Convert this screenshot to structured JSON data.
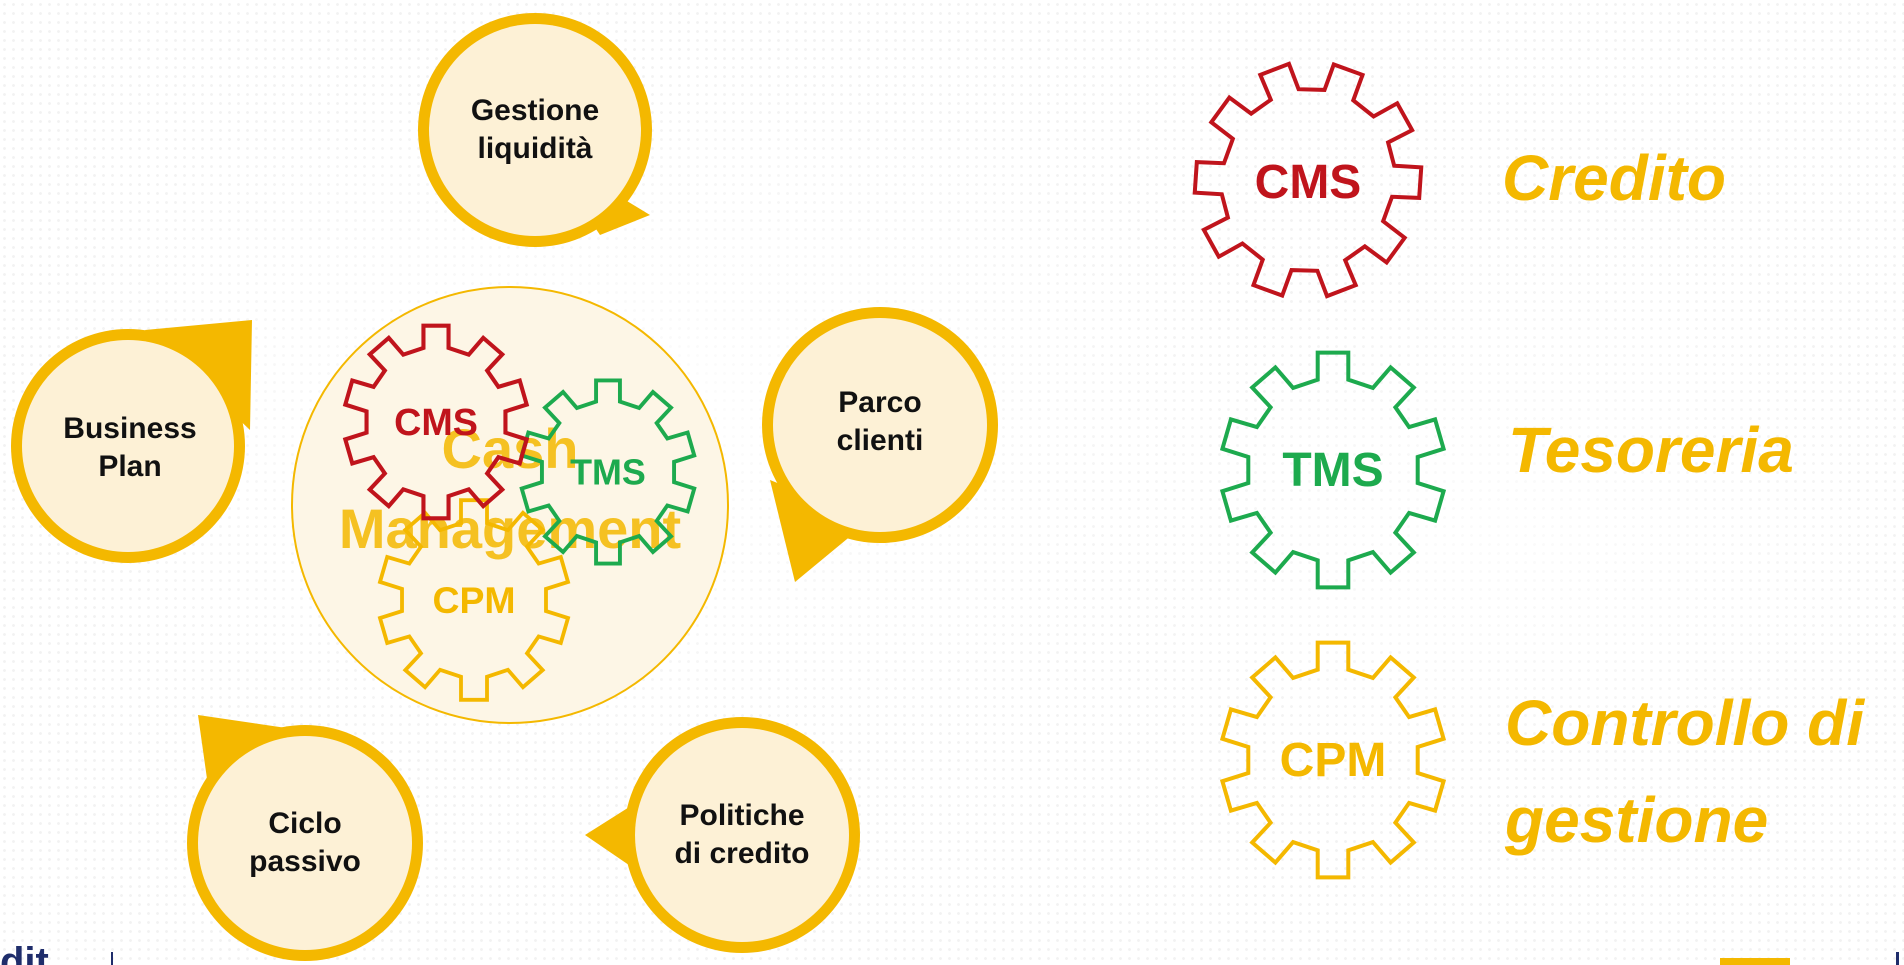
{
  "colors": {
    "accent_yellow": "#f4b800",
    "bubble_fill": "#fdf1d6",
    "cms_red": "#c0141c",
    "tms_green": "#1daa4e",
    "cpm_yellow": "#f4b800",
    "center_circle_fill": "#fdf6e6"
  },
  "bubbles": {
    "gestione": [
      "Gestione",
      "liquidità"
    ],
    "business": [
      "Business",
      "Plan"
    ],
    "parco": [
      "Parco",
      "clienti"
    ],
    "ciclo": [
      "Ciclo",
      "passivo"
    ],
    "politiche": [
      "Politiche",
      "di credito"
    ]
  },
  "center": {
    "title_line1": "Cash",
    "title_line2": "Management",
    "gears": {
      "cms": "CMS",
      "tms": "TMS",
      "cpm": "CPM"
    }
  },
  "legend": {
    "cms": {
      "code": "CMS",
      "label": "Credito"
    },
    "tms": {
      "code": "TMS",
      "label": "Tesoreria"
    },
    "cpm": {
      "code": "CPM",
      "label_line1": "Controllo di",
      "label_line2": "gestione"
    }
  },
  "footer": {
    "left_fragment": "dit"
  }
}
